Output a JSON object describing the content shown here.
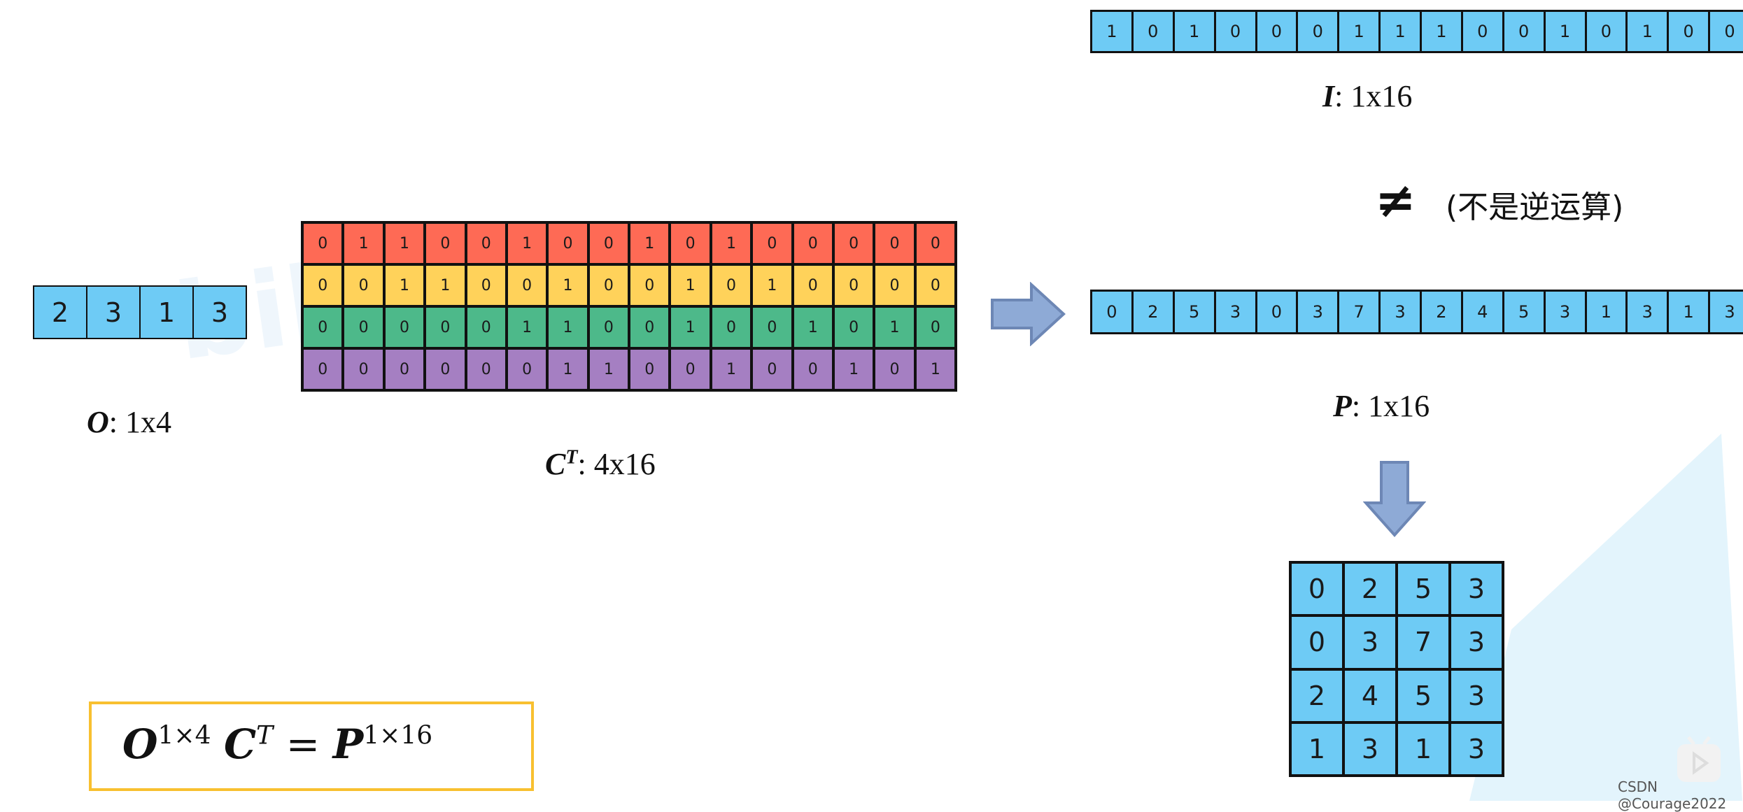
{
  "O": {
    "values": [
      2,
      3,
      1,
      3
    ],
    "label_var": "O",
    "label_dim": ": 1x4"
  },
  "CT": {
    "rows": [
      [
        0,
        1,
        1,
        0,
        0,
        1,
        0,
        0,
        1,
        0,
        1,
        0,
        0,
        0,
        0,
        0
      ],
      [
        0,
        0,
        1,
        1,
        0,
        0,
        1,
        0,
        0,
        1,
        0,
        1,
        0,
        0,
        0,
        0
      ],
      [
        0,
        0,
        0,
        0,
        0,
        1,
        1,
        0,
        0,
        1,
        0,
        0,
        1,
        0,
        1,
        0
      ],
      [
        0,
        0,
        0,
        0,
        0,
        0,
        1,
        1,
        0,
        0,
        1,
        0,
        0,
        1,
        0,
        1
      ]
    ],
    "row_colors": [
      "#fe6a55",
      "#ffd25a",
      "#4db98a",
      "#a57fc2"
    ],
    "label_var": "C",
    "label_sup": "T",
    "label_dim": ": 4x16"
  },
  "I": {
    "values": [
      1,
      0,
      1,
      0,
      0,
      0,
      1,
      1,
      1,
      0,
      0,
      1,
      0,
      1,
      0,
      0
    ],
    "label_var": "I",
    "label_dim": ": 1x16"
  },
  "not_equal": {
    "symbol": "≠",
    "note": "(不是逆运算)"
  },
  "P": {
    "values": [
      0,
      2,
      5,
      3,
      0,
      3,
      7,
      3,
      2,
      4,
      5,
      3,
      1,
      3,
      1,
      3
    ],
    "label_var": "P",
    "label_dim": ": 1x16"
  },
  "P_matrix": [
    [
      0,
      2,
      5,
      3
    ],
    [
      0,
      3,
      7,
      3
    ],
    [
      2,
      4,
      5,
      3
    ],
    [
      1,
      3,
      1,
      3
    ]
  ],
  "formula": {
    "O": "O",
    "O_sup": "1×4",
    "C": "C",
    "C_sup": "T",
    "eq": "=",
    "P": "P",
    "P_sup": "1×16"
  },
  "colors": {
    "cell_blue": "#6ecbf5",
    "arrow": "#8eaad6",
    "formula_border": "#f8c030"
  },
  "footer": {
    "credit": "CSDN @Courage2022"
  }
}
